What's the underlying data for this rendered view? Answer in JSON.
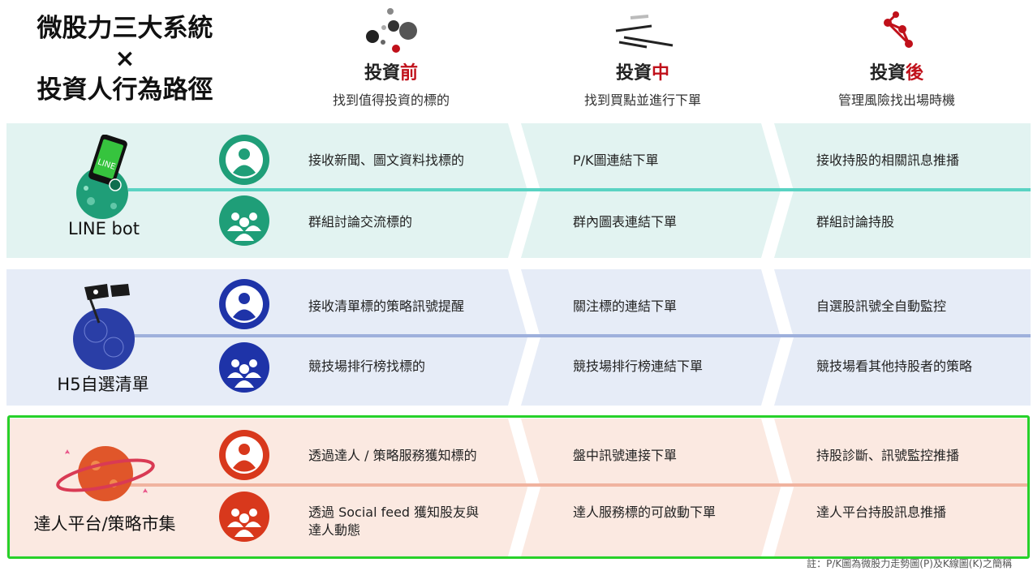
{
  "title": {
    "line1": "微股力三大系統",
    "line2": "×",
    "line3": "投資人行為路徑"
  },
  "phases": [
    {
      "prefix": "投資",
      "emph": "前",
      "subtitle": "找到值得投資的標的"
    },
    {
      "prefix": "投資",
      "emph": "中",
      "subtitle": "找到買點並進行下單"
    },
    {
      "prefix": "投資",
      "emph": "後",
      "subtitle": "管理風險找出場時機"
    }
  ],
  "systems": [
    {
      "label": "LINE bot",
      "color": "#1f9e78",
      "rows": [
        [
          "接收新聞、圖文資料找標的",
          "P/K圖連結下單",
          "接收持股的相關訊息推播"
        ],
        [
          "群組討論交流標的",
          "群內圖表連結下單",
          "群組討論持股"
        ]
      ]
    },
    {
      "label": "H5自選清單",
      "color": "#1e33a8",
      "rows": [
        [
          "接收清單標的策略訊號提醒",
          "關注標的連結下單",
          "自選股訊號全自動監控"
        ],
        [
          "競技場排行榜找標的",
          "競技場排行榜連結下單",
          "競技場看其他持股者的策略"
        ]
      ]
    },
    {
      "label": "達人平台/策略市集",
      "color": "#d8381c",
      "rows": [
        [
          "透過達人 / 策略服務獲知標的",
          "盤中訊號連接下單",
          "持股診斷、訊號監控推播"
        ],
        [
          "透過 Social feed 獲知股友與",
          "達人服務標的可啟動下單",
          "達人平台持股訊息推播"
        ]
      ],
      "row2_line2": "達人動態"
    }
  ],
  "footnote": "註：P/K圖為微股力走勢圖(P)及K線圖(K)之簡稱",
  "colors": {
    "accent_red": "#c0101a",
    "highlight_border": "#27d12a",
    "band_green": "#e2f3f1",
    "band_blue": "#e6ecf7",
    "band_orange": "#fbe9e1"
  }
}
